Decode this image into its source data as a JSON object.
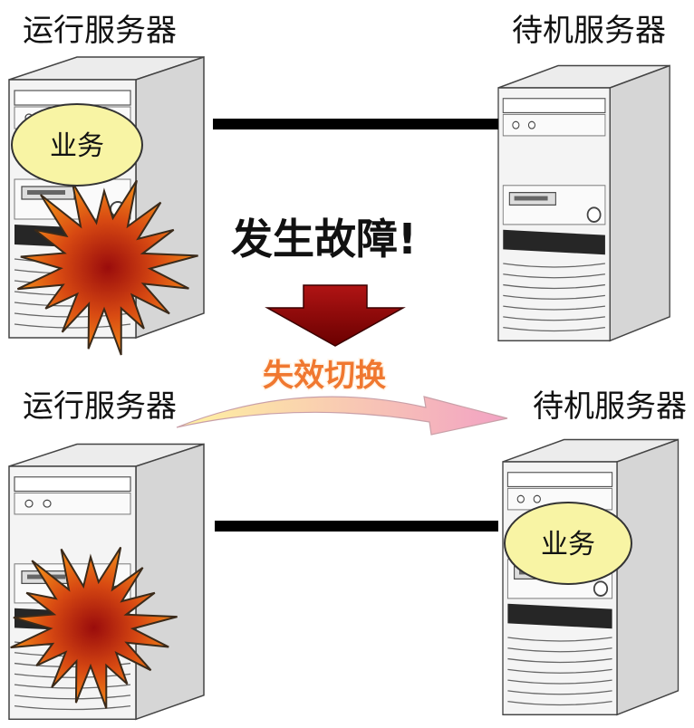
{
  "diagram": {
    "top": {
      "active_server_label": "运行服务器",
      "standby_server_label": "待机服务器",
      "service_label": "业务"
    },
    "fault_text": "发生故障!",
    "failover_text": "失效切换",
    "bottom": {
      "active_server_label": "运行服务器",
      "standby_server_label": "待机服务器",
      "service_label": "业务"
    }
  },
  "colors": {
    "service_bubble": "#f8f4a4",
    "failover_text": "#f07830",
    "fault_arrow_top": "#b01414",
    "fault_arrow_bottom": "#6a0000",
    "explosion_core": "#9a0c0c",
    "explosion_edge": "#f28a18",
    "failover_arrow_start": "#fff3a0",
    "failover_arrow_end": "#f2a2c4"
  }
}
